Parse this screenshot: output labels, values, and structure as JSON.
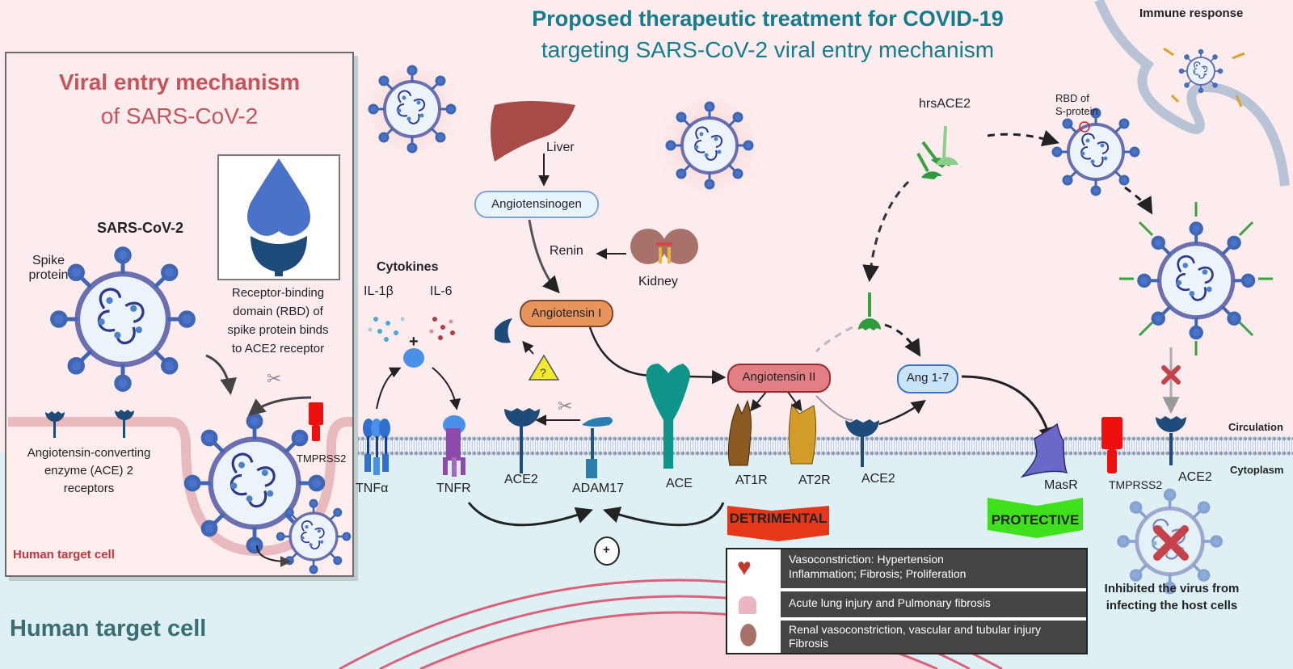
{
  "header": {
    "title_line1": "Proposed therapeutic treatment for COVID-19",
    "title_line2": "targeting SARS-CoV-2 viral entry mechanism"
  },
  "inset_panel": {
    "title_line1": "Viral entry mechanism",
    "title_line2": "of SARS-CoV-2",
    "virus_label": "SARS-CoV-2",
    "spike_label_line1": "Spike",
    "spike_label_line2": "protein",
    "rbd_caption": [
      "Receptor-binding",
      "domain (RBD) of",
      "spike protein binds",
      "to ACE2 receptor"
    ],
    "ace2_caption": [
      "Angiotensin-converting",
      "enzyme (ACE) 2",
      "receptors"
    ],
    "tmprss2_label": "TMPRSS2",
    "cell_label": "Human target cell"
  },
  "pathway": {
    "liver_label": "Liver",
    "angiotensinogen": "Angiotensinogen",
    "renin": "Renin",
    "kidney_label": "Kidney",
    "angiotensin_i": "Angiotensin I",
    "angiotensin_ii": "Angiotensin II",
    "ang_1_7": "Ang 1-7",
    "cytokines_title": "Cytokines",
    "il1b": "IL-1β",
    "il6": "IL-6",
    "plus": "+",
    "plus_circle": "+",
    "hrsace2": "hrsACE2",
    "rbd_s_protein_line1": "RBD of",
    "rbd_s_protein_line2": "S-protein",
    "immune_response": "Immune response"
  },
  "membrane_labels": {
    "tnfa": "TNFα",
    "tnfr": "TNFR",
    "ace2_a": "ACE2",
    "adam17": "ADAM17",
    "ace": "ACE",
    "at1r": "AT1R",
    "at2r": "AT2R",
    "ace2_b": "ACE2",
    "masr": "MasR",
    "tmprss2": "TMPRSS2",
    "ace2_c": "ACE2",
    "circulation": "Circulation",
    "cytoplasm": "Cytoplasm"
  },
  "outcomes": {
    "detrimental": "DETRIMENTAL",
    "protective": "PROTECTIVE",
    "detrimental_color": "#e5371a",
    "protective_color": "#3fe11c",
    "effects": [
      {
        "organ": "heart-icon",
        "lines": [
          "Vasoconstriction: Hypertension",
          "Inflammation; Fibrosis; Proliferation"
        ]
      },
      {
        "organ": "lung-icon",
        "lines": [
          "Acute lung injury and Pulmonary fibrosis"
        ]
      },
      {
        "organ": "kidney-icon",
        "lines": [
          "Renal vasoconstriction, vascular and tubular  injury",
          "Fibrosis"
        ]
      }
    ],
    "inhibited_line1": "Inhibited the virus from",
    "inhibited_line2": "infecting the host cells"
  },
  "footer": {
    "cell_title": "Human target cell"
  },
  "colors": {
    "title_teal": "#137c8e",
    "inset_title_red": "#c8545a",
    "circulation_bg": "#fdeced",
    "cytoplasm_bg": "#dff0f4",
    "ace2_navy": "#1f4b7a",
    "ace_teal": "#0e9488",
    "tmprss2_red": "#ee0f0f"
  }
}
